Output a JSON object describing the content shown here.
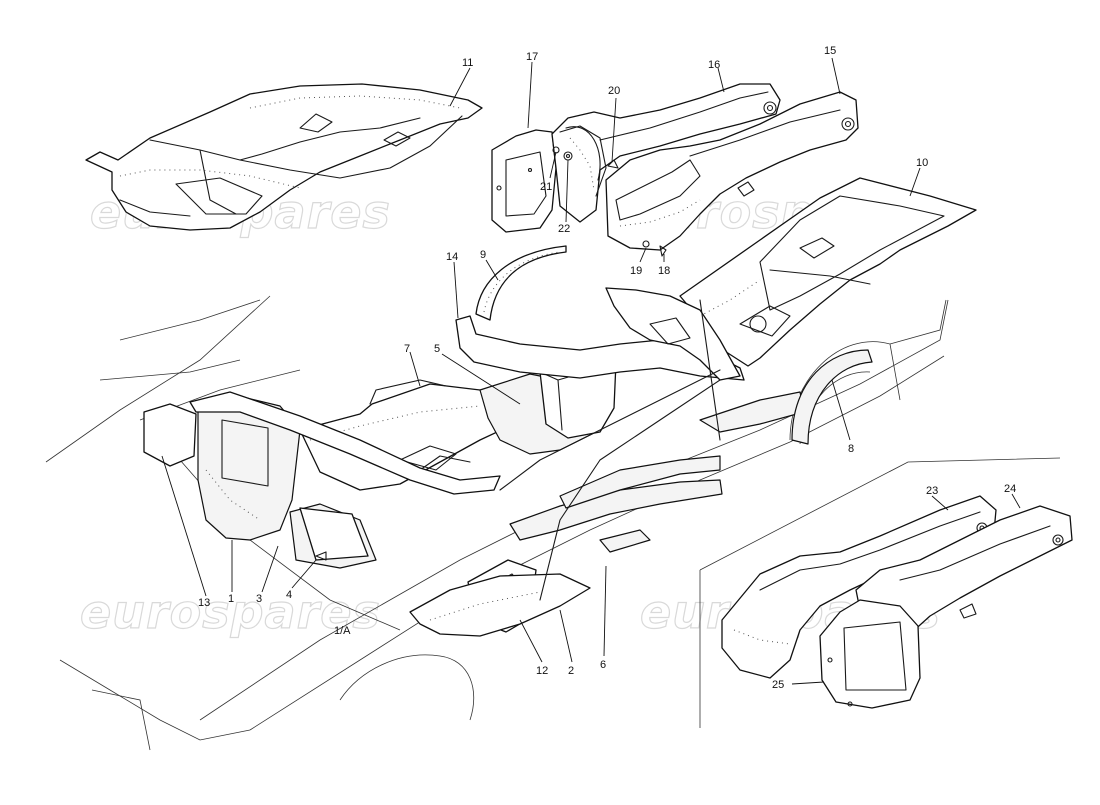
{
  "watermarks": [
    "eurospares",
    "eurospares",
    "eurospares",
    "eurospares"
  ],
  "callouts": {
    "c1": "1",
    "c1a": "1/A",
    "c2": "2",
    "c3": "3",
    "c4": "4",
    "c5": "5",
    "c6": "6",
    "c7": "7",
    "c8": "8",
    "c9": "9",
    "c10": "10",
    "c11": "11",
    "c12": "12",
    "c13": "13",
    "c14": "14",
    "c15": "15",
    "c16": "16",
    "c17": "17",
    "c18": "18",
    "c19": "19",
    "c20": "20",
    "c21": "21",
    "c22": "22",
    "c23": "23",
    "c24": "24",
    "c25": "25"
  }
}
